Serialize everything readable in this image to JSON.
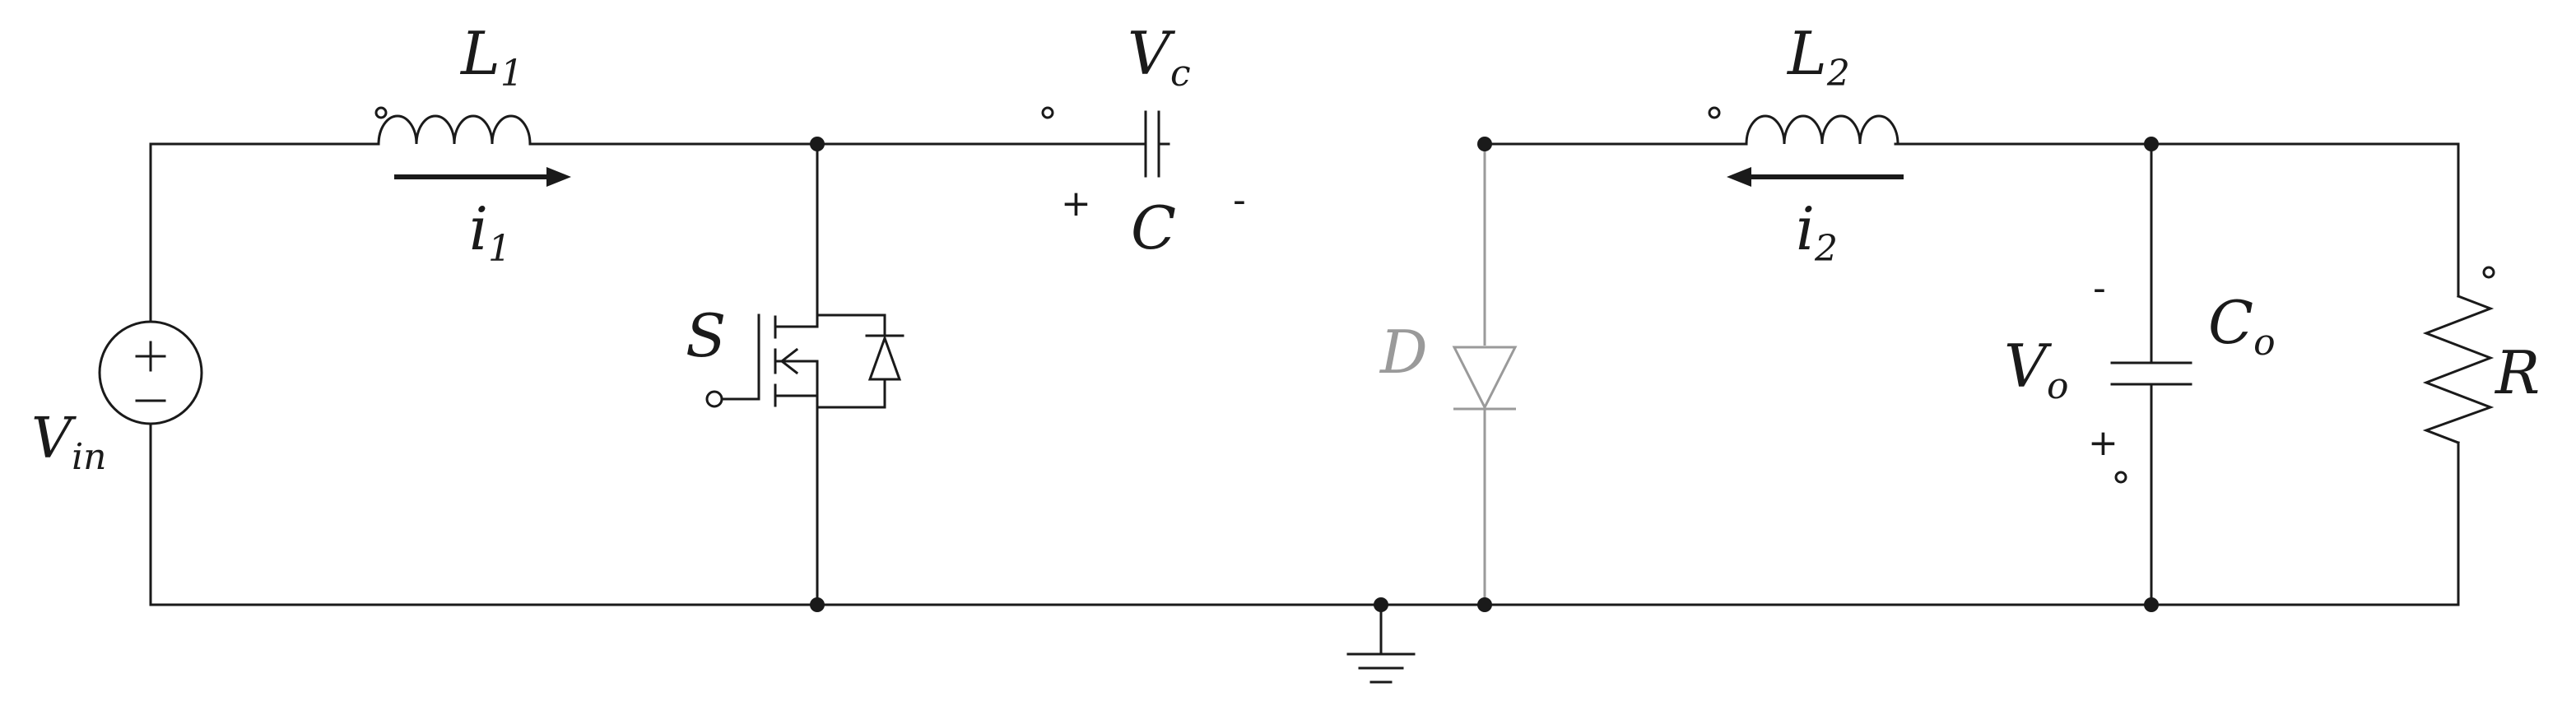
{
  "diagram": {
    "source": {
      "label_main": "V",
      "label_sub": "in"
    },
    "inductor_1": {
      "label_main": "L",
      "label_sub": "1"
    },
    "current_1": {
      "label_main": "i",
      "label_sub": "1"
    },
    "capacitor": {
      "label": "C",
      "voltage_main": "V",
      "voltage_sub": "c",
      "plus": "+",
      "minus": "-"
    },
    "switch": {
      "label": "S"
    },
    "diode": {
      "label": "D"
    },
    "inductor_2": {
      "label_main": "L",
      "label_sub": "2"
    },
    "current_2": {
      "label_main": "i",
      "label_sub": "2"
    },
    "output_capacitor": {
      "label_main": "C",
      "label_sub": "o"
    },
    "output_voltage": {
      "label_main": "V",
      "label_sub": "o",
      "plus": "+",
      "minus": "-"
    },
    "load": {
      "label": "R"
    },
    "colors": {
      "wire": "#1a1a1a",
      "diode": "#9a9a9a",
      "background": "#ffffff"
    }
  }
}
